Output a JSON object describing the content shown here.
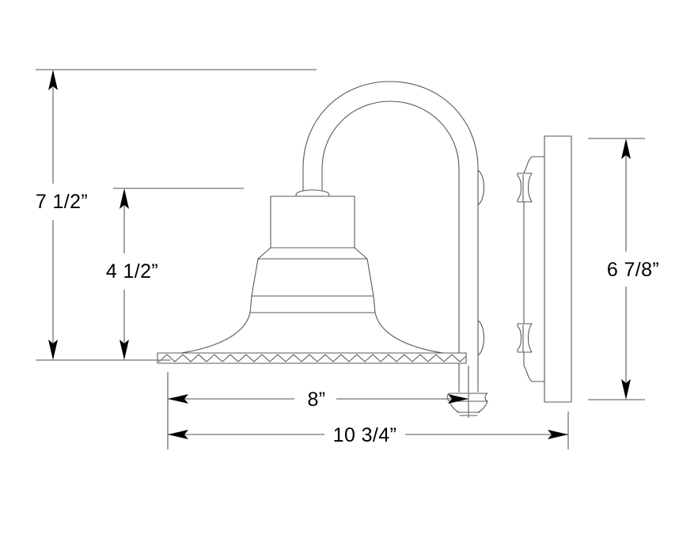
{
  "drawing": {
    "type": "technical-dimension-drawing",
    "subject": "gooseneck wall sconce light fixture",
    "view": "side elevation",
    "background_color": "#ffffff",
    "line_color": "#58585a",
    "dimension_line_color": "#8c8c8e",
    "text_color": "#000000"
  },
  "dimensions": {
    "overall_height": {
      "label": "7 1/2”",
      "value": 7.5,
      "unit": "inch",
      "orientation": "vertical",
      "position": "left-outer"
    },
    "shade_height": {
      "label": "4 1/2”",
      "value": 4.5,
      "unit": "inch",
      "orientation": "vertical",
      "position": "left-inner"
    },
    "shade_width": {
      "label": "8”",
      "value": 8,
      "unit": "inch",
      "orientation": "horizontal",
      "position": "bottom-upper"
    },
    "overall_depth": {
      "label": "10 3/4”",
      "value": 10.75,
      "unit": "inch",
      "orientation": "horizontal",
      "position": "bottom-lower"
    },
    "backplate_height": {
      "label": "6 7/8”",
      "value": 6.875,
      "unit": "inch",
      "orientation": "vertical",
      "position": "right-outer"
    }
  },
  "parts": {
    "gooseneck_arm": "gooseneck-arm",
    "shade": "lamp-shade",
    "shade_rim": "scalloped-shade-rim",
    "shade_collar": "shade-neck-collar",
    "wall_backplate": "wall-mount-backplate",
    "wall_frame": "wall-mount-frame",
    "standoff_upper": "upper-standoff",
    "standoff_lower": "lower-standoff",
    "finial": "bottom-finial"
  }
}
